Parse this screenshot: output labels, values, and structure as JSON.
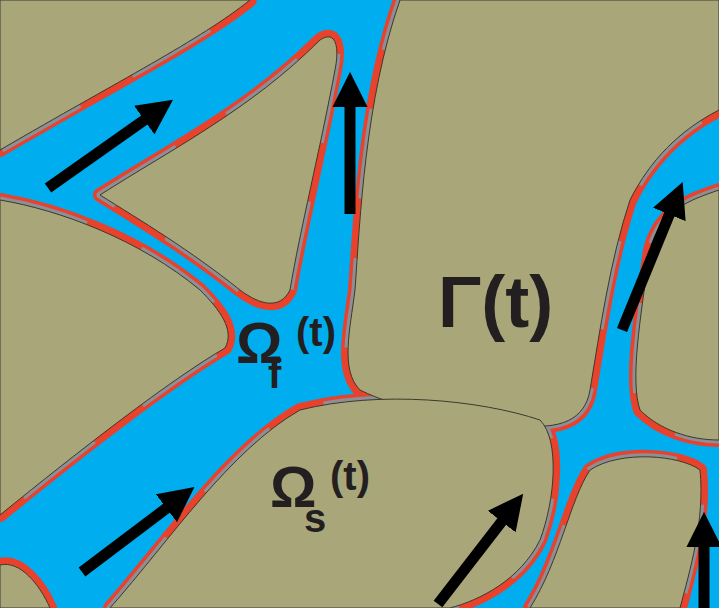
{
  "diagram": {
    "labels": [
      "Ω",
      "f",
      "(t)",
      "Γ(t)",
      "Ω",
      "s",
      "(t)"
    ]
  }
}
